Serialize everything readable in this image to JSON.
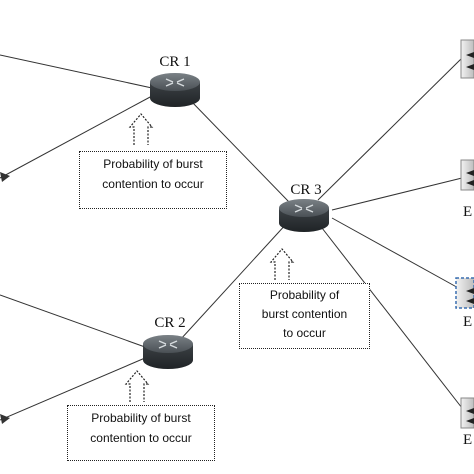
{
  "routers": [
    {
      "id": "cr1",
      "label": "CR 1"
    },
    {
      "id": "cr2",
      "label": "CR 2"
    },
    {
      "id": "cr3",
      "label": "CR 3"
    }
  ],
  "edge_labels": [
    "E",
    "E",
    "E"
  ],
  "notes": [
    {
      "line1": "Probability of burst",
      "line2": "contention to occur"
    },
    {
      "line1": "Probability of",
      "line2": "burst contention",
      "line3": "to occur"
    },
    {
      "line1": "Probability of burst",
      "line2": "contention to occur"
    }
  ],
  "colors": {
    "router_body": "#3f4448",
    "router_top": "#6d7378",
    "link": "#333333"
  }
}
